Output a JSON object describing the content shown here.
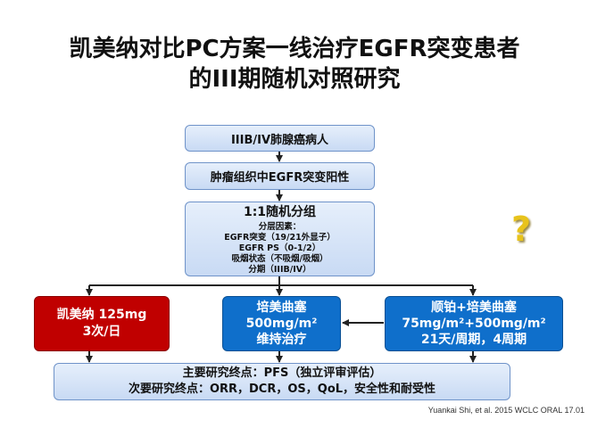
{
  "title": {
    "line1": "凯美纳对比PC方案一线治疗EGFR突变患者",
    "line2": "的III期随机对照研究"
  },
  "flow": {
    "step1": "IIIB/IV肺腺癌病人",
    "step2": "肿瘤组织中EGFR突变阳性",
    "randomization": {
      "head": "1:1随机分组",
      "factors": [
        "分层因素：",
        "EGFR突变（19/21外显子）",
        "EGFR PS（0-1/2）",
        "吸烟状态（不吸烟/吸烟）",
        "分期（IIIB/IV）"
      ]
    },
    "arm_icotinib": [
      "凯美纳 125mg",
      "3次/日"
    ],
    "arm_maintenance": [
      "培美曲塞",
      "500mg/m²",
      "维持治疗"
    ],
    "arm_chemo": [
      "顺铂+培美曲塞",
      "75mg/m²+500mg/m²",
      "21天/周期，4周期"
    ],
    "endpoints": [
      "主要研究终点：PFS（独立评审评估）",
      "次要研究终点：ORR，DCR，OS，QoL，安全性和耐受性"
    ]
  },
  "question_mark": "?",
  "citation": "Yuankai Shi, et al. 2015 WCLC  ORAL 17.01",
  "colors": {
    "arm_red": "#c00000",
    "arm_blue": "#0f6fcb",
    "box_light": "#dbe7f8",
    "question": "#e8c31c"
  }
}
